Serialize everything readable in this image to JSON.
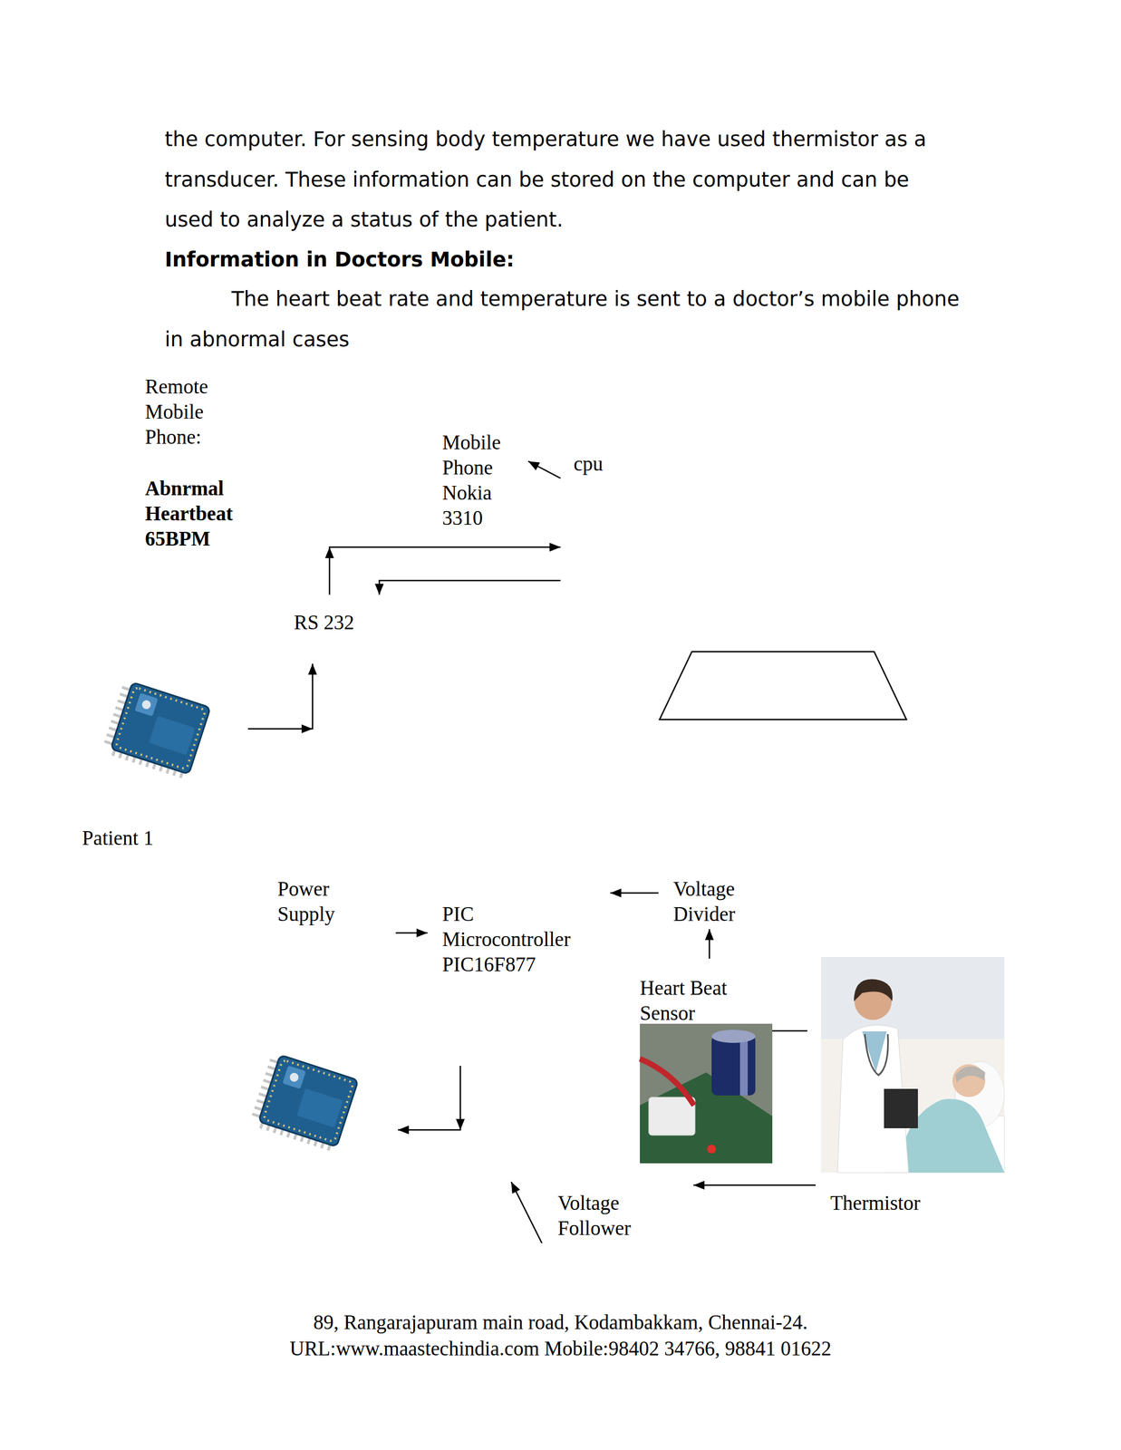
{
  "diagram": {
    "nodes": [
      {
        "text": [
          "Mobile Phone Nokia 3310"
        ]
      },
      {
        "text": [
          "cpu"
        ]
      },
      {
        "text": [
          "RS 232"
        ]
      },
      {
        "text": [
          "Power Supply"
        ]
      },
      {
        "text": [
          "PIC Microcontroller PIC16F877"
        ]
      },
      {
        "text": [
          "Voltage Divider"
        ]
      },
      {
        "text": [
          "Heart Beat Sensor"
        ]
      },
      {
        "text": [
          "Voltage Follower"
        ]
      },
      {
        "text": [
          "Thermistor"
        ]
      }
    ],
    "edges": [
      {
        "from": 1,
        "to": 0,
        "arrow": "to"
      },
      {
        "from": 2,
        "to": 1,
        "arrow": "to"
      },
      {
        "from": 1,
        "to": 2,
        "arrow": "to"
      },
      {
        "from": 3,
        "to": 4,
        "arrow": "to"
      },
      {
        "from": 5,
        "to": 4,
        "arrow": "to"
      },
      {
        "from": 6,
        "to": 5,
        "arrow": "to"
      },
      {
        "from": 8,
        "to": 7,
        "arrow": "to"
      },
      {
        "from": 7,
        "to": 4,
        "arrow": "to"
      }
    ],
    "labels": [
      "the computer. For sensing body temperature we have used thermistor as a transducer. These information can be stored on the computer and can be used to analyze a status of the patient.",
      "Information in Doctors Mobile:",
      "The heart beat rate and temperature is sent to a doctor’s mobile phone in abnormal cases",
      "Remote Mobile Phone:",
      "Abnrmal Heartbeat 65BPM",
      "Patient 1",
      "89, Rangarajapuram main road, Kodambakkam, Chennai-24.",
      "URL:www.maastechindia.com Mobile:98402 34766, 98841 01622"
    ]
  }
}
